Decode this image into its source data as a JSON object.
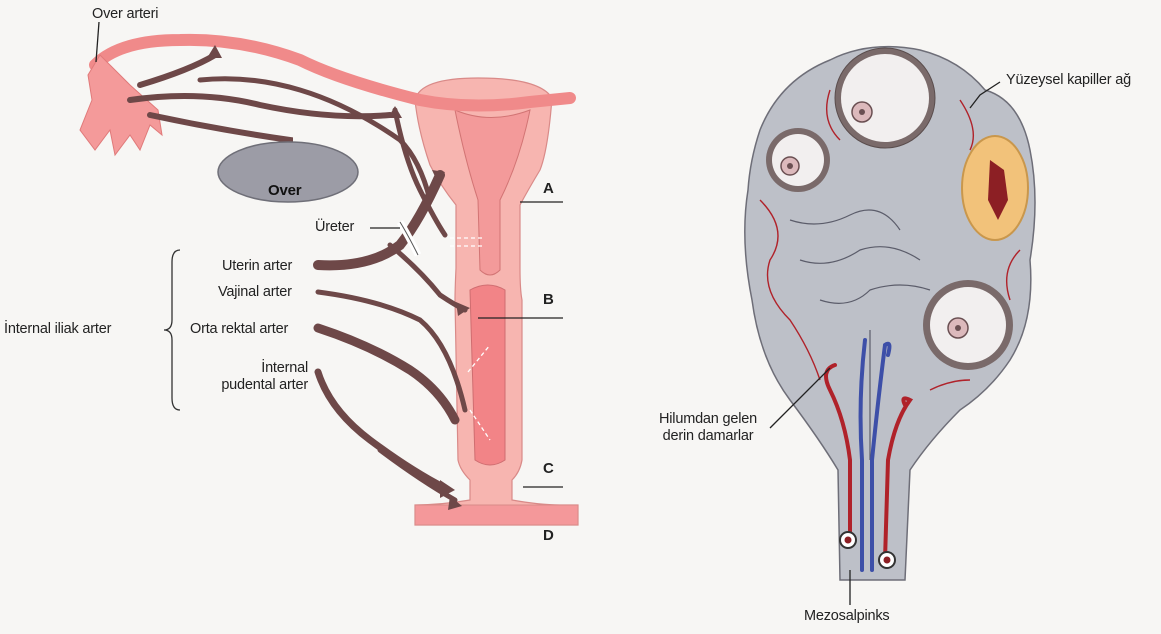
{
  "left_figure": {
    "labels": {
      "over_arteri": "Over arteri",
      "over": "Over",
      "ureter": "Üreter",
      "uterin_arter": "Uterin arter",
      "vajinal_arter": "Vajinal arter",
      "internal_iliak_arter": "İnternal iliak arter",
      "orta_rektal_arter": "Orta rektal arter",
      "internal_pudental_line1": "İnternal",
      "internal_pudental_line2": "pudental arter",
      "a": "A",
      "b": "B",
      "c": "C",
      "d": "D"
    }
  },
  "right_figure": {
    "labels": {
      "yuzeysel": "Yüzeysel kapiller ağ",
      "hilum_line1": "Hilumdan gelen",
      "hilum_line2": "derin damarlar",
      "mezosalpinks": "Mezosalpinks"
    }
  },
  "colors": {
    "artery_dark": "#6e4848",
    "artery_light": "#f08a8a",
    "uterus_fill": "#f7b5b0",
    "vagina_fill": "#f4989a",
    "ovary_grey": "#9c9ca6",
    "ovary_body": "#b9bcc6",
    "vessel_red": "#b0222a",
    "vessel_blue": "#3d4fa8",
    "corpus_yellow": "#f2c27a"
  }
}
